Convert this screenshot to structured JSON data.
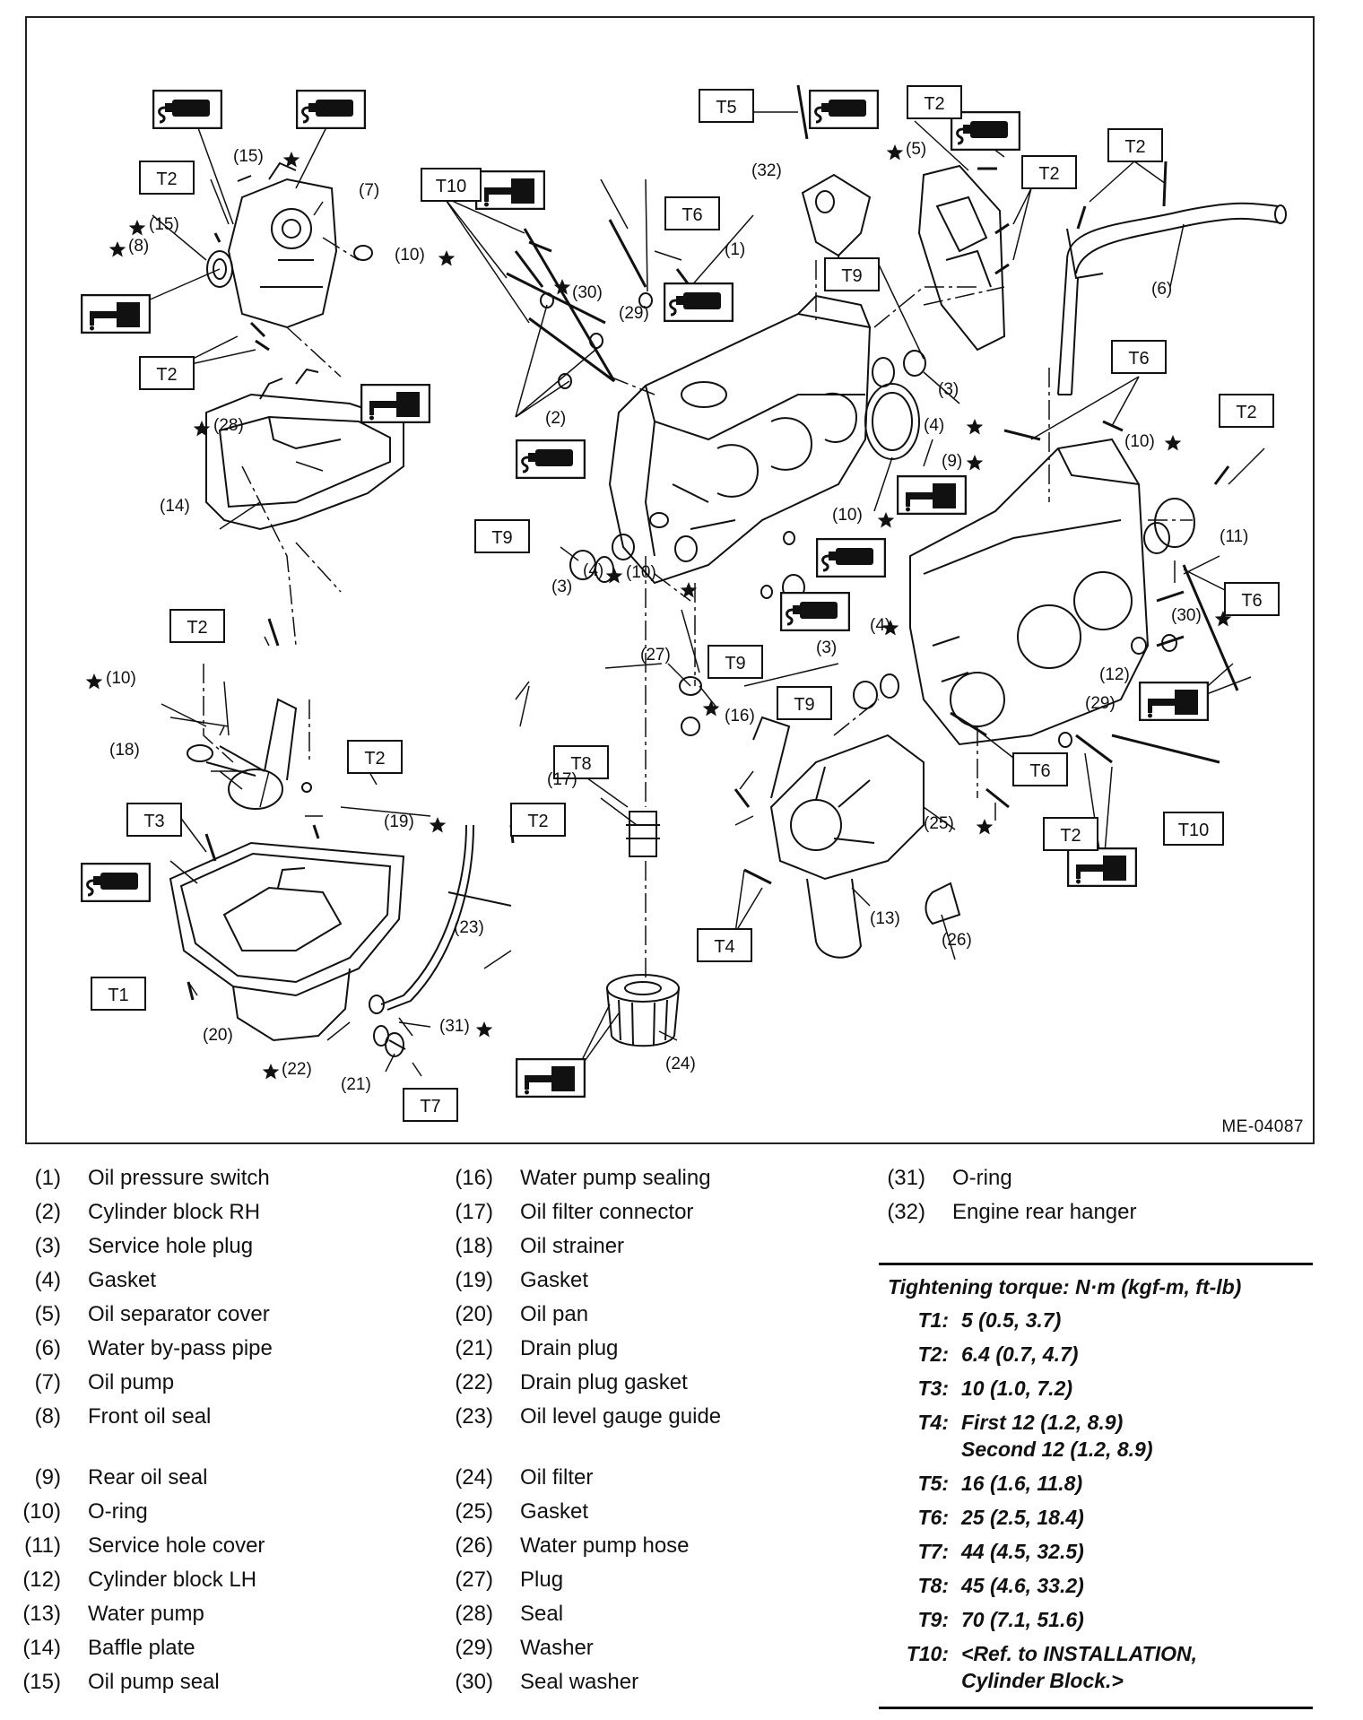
{
  "figure_code": "ME-04087",
  "torque_tags": [
    "T1",
    "T2",
    "T3",
    "T4",
    "T5",
    "T6",
    "T7",
    "T8",
    "T9",
    "T10"
  ],
  "callouts": {
    "c1": "(1)",
    "c2": "(2)",
    "c3": "(3)",
    "c4": "(4)",
    "c5": "(5)",
    "c6": "(6)",
    "c7": "(7)",
    "c8": "(8)",
    "c9": "(9)",
    "c10": "(10)",
    "c11": "(11)",
    "c12": "(12)",
    "c13": "(13)",
    "c14": "(14)",
    "c15": "(15)",
    "c16": "(16)",
    "c17": "(17)",
    "c18": "(18)",
    "c19": "(19)",
    "c20": "(20)",
    "c21": "(21)",
    "c22": "(22)",
    "c23": "(23)",
    "c24": "(24)",
    "c25": "(25)",
    "c26": "(26)",
    "c27": "(27)",
    "c28": "(28)",
    "c29": "(29)",
    "c30": "(30)",
    "c31": "(31)",
    "c32": "(32)"
  },
  "legend": {
    "col1": [
      {
        "num": "(1)",
        "name": "Oil pressure switch"
      },
      {
        "num": "(2)",
        "name": "Cylinder block RH"
      },
      {
        "num": "(3)",
        "name": "Service hole plug"
      },
      {
        "num": "(4)",
        "name": "Gasket"
      },
      {
        "num": "(5)",
        "name": "Oil separator cover"
      },
      {
        "num": "(6)",
        "name": "Water by-pass pipe"
      },
      {
        "num": "(7)",
        "name": "Oil pump"
      },
      {
        "num": "(8)",
        "name": "Front oil seal"
      },
      {
        "num": "(9)",
        "name": "Rear oil seal"
      },
      {
        "num": "(10)",
        "name": "O-ring"
      },
      {
        "num": "(11)",
        "name": "Service hole cover"
      },
      {
        "num": "(12)",
        "name": "Cylinder block LH"
      },
      {
        "num": "(13)",
        "name": "Water pump"
      },
      {
        "num": "(14)",
        "name": "Baffle plate"
      },
      {
        "num": "(15)",
        "name": "Oil pump seal"
      }
    ],
    "col2": [
      {
        "num": "(16)",
        "name": "Water pump sealing"
      },
      {
        "num": "(17)",
        "name": "Oil filter connector"
      },
      {
        "num": "(18)",
        "name": "Oil strainer"
      },
      {
        "num": "(19)",
        "name": "Gasket"
      },
      {
        "num": "(20)",
        "name": "Oil pan"
      },
      {
        "num": "(21)",
        "name": "Drain plug"
      },
      {
        "num": "(22)",
        "name": "Drain plug gasket"
      },
      {
        "num": "(23)",
        "name": "Oil level gauge guide"
      },
      {
        "num": "(24)",
        "name": "Oil filter"
      },
      {
        "num": "(25)",
        "name": "Gasket"
      },
      {
        "num": "(26)",
        "name": "Water pump hose"
      },
      {
        "num": "(27)",
        "name": "Plug"
      },
      {
        "num": "(28)",
        "name": "Seal"
      },
      {
        "num": "(29)",
        "name": "Washer"
      },
      {
        "num": "(30)",
        "name": "Seal washer"
      }
    ],
    "col3": [
      {
        "num": "(31)",
        "name": "O-ring"
      },
      {
        "num": "(32)",
        "name": "Engine rear hanger"
      }
    ]
  },
  "torque": {
    "title": "Tightening torque: N·m (kgf-m, ft-lb)",
    "rows": [
      {
        "key": "T1:",
        "value": "5 (0.5, 3.7)"
      },
      {
        "key": "T2:",
        "value": "6.4 (0.7, 4.7)"
      },
      {
        "key": "T3:",
        "value": "10 (1.0, 7.2)"
      },
      {
        "key": "T4:",
        "value": "First 12 (1.2, 8.9)\nSecond 12 (1.2, 8.9)"
      },
      {
        "key": "T5:",
        "value": "16 (1.6, 11.8)"
      },
      {
        "key": "T6:",
        "value": "25 (2.5, 18.4)"
      },
      {
        "key": "T7:",
        "value": "44 (4.5, 32.5)"
      },
      {
        "key": "T8:",
        "value": "45 (4.6, 33.2)"
      },
      {
        "key": "T9:",
        "value": "70 (7.1, 51.6)"
      },
      {
        "key": "T10:",
        "value": "<Ref. to INSTALLATION,\nCylinder Block.>"
      }
    ]
  },
  "icons": {
    "sealant": "sealant-tube-icon",
    "oil": "engine-oil-can-icon",
    "replace": "replace-star-icon"
  }
}
